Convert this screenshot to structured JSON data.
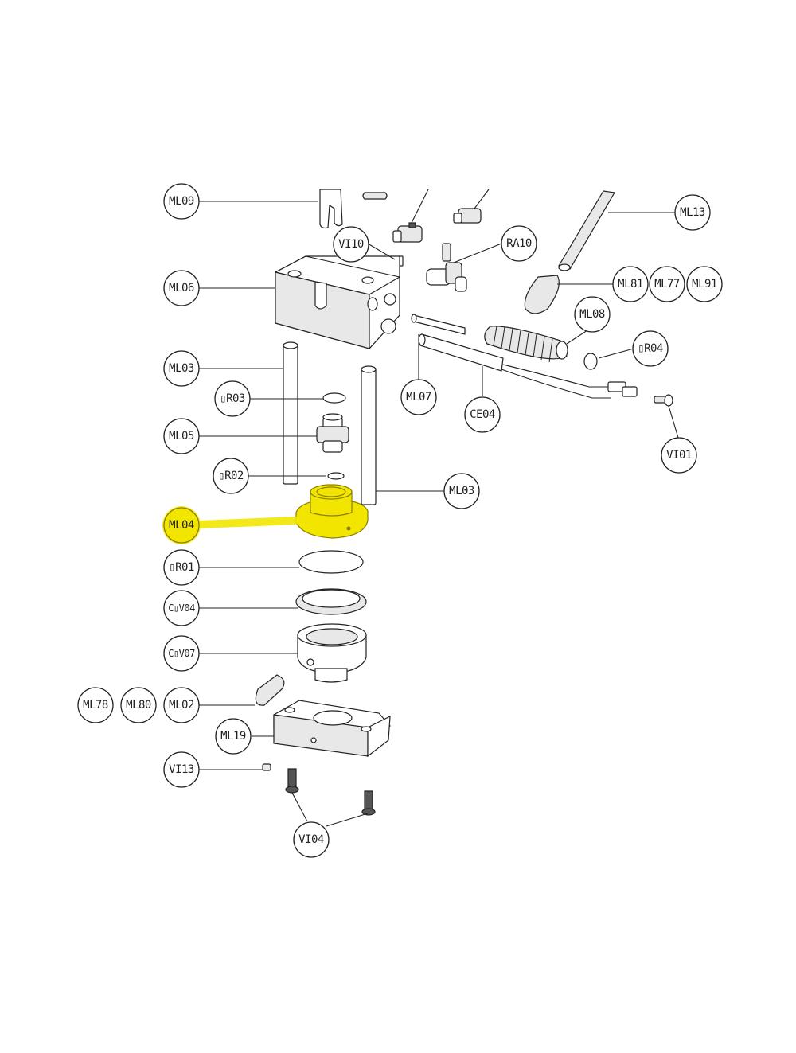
{
  "diagram": {
    "highlighted_part": "ML04",
    "highlight_color": "#f2e600",
    "labels": {
      "ml09": "ML09",
      "vi10": "VI10",
      "ra10": "RA10",
      "ml13": "ML13",
      "ml06": "ML06",
      "ml81": "ML81",
      "ml77": "ML77",
      "ml91": "ML91",
      "ml08": "ML08",
      "or04": "▯R04",
      "ml03_left": "ML03",
      "or03": "▯R03",
      "ml07": "ML07",
      "ce04": "CE04",
      "vi01": "VI01",
      "ml05": "ML05",
      "or02": "▯R02",
      "ml03_right": "ML03",
      "ml04": "ML04",
      "or01": "▯R01",
      "cov04": "C▯V04",
      "cov07": "C▯V07",
      "ml78": "ML78",
      "ml80": "ML80",
      "ml02": "ML02",
      "ml19": "ML19",
      "vi13": "VI13",
      "vi04": "VI04"
    }
  }
}
